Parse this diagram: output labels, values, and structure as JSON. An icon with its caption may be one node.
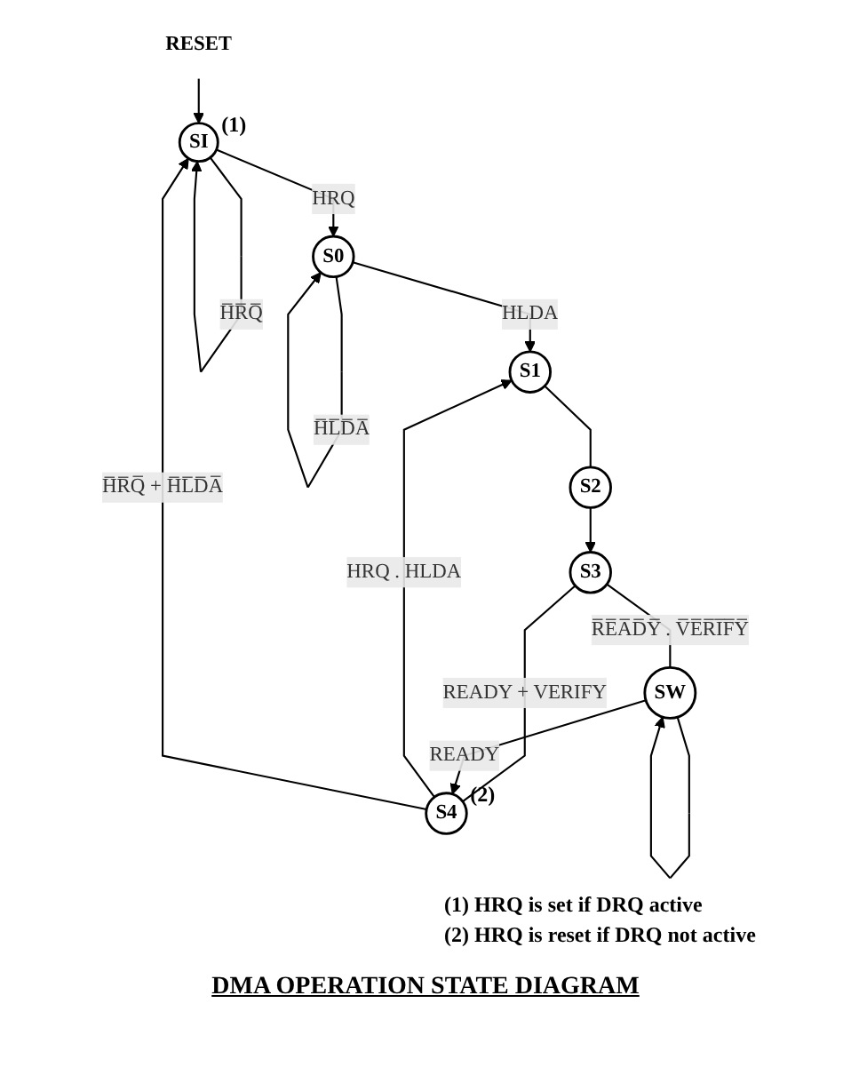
{
  "diagram": {
    "caption": "DMA OPERATION STATE DIAGRAM",
    "nodes": [
      {
        "text": [
          "RESET"
        ]
      },
      {
        "text": [
          "SI"
        ],
        "beside": [
          "(1)"
        ]
      },
      {
        "text": [
          "S0"
        ]
      },
      {
        "text": [
          "S1"
        ]
      },
      {
        "text": [
          "S2"
        ]
      },
      {
        "text": [
          "S3"
        ]
      },
      {
        "text": [
          "SW"
        ]
      },
      {
        "text": [
          "S4"
        ],
        "beside": [
          "(2)"
        ]
      }
    ],
    "edges": [
      {
        "from": 0,
        "to": 1,
        "arrow": "to"
      },
      {
        "from": 1,
        "to": 1,
        "arrow": "to",
        "label": "H̅R̅Q̅"
      },
      {
        "from": 1,
        "to": 2,
        "arrow": "to",
        "label": "HRQ"
      },
      {
        "from": 2,
        "to": 2,
        "arrow": "to",
        "label": "H̅L̅D̅A̅"
      },
      {
        "from": 2,
        "to": 3,
        "arrow": "to",
        "label": "HLDA"
      },
      {
        "from": 3,
        "to": 4,
        "arrow": "none"
      },
      {
        "from": 4,
        "to": 5,
        "arrow": "to"
      },
      {
        "from": 5,
        "to": 6,
        "arrow": "none",
        "label": "R̅E̅A̅D̅Y̅ . V̅E̅R̅I̅F̅Y̅"
      },
      {
        "from": 6,
        "to": 6,
        "arrow": "to"
      },
      {
        "from": 5,
        "to": 7,
        "arrow": "none",
        "label": "READY + VERIFY"
      },
      {
        "from": 6,
        "to": 7,
        "arrow": "to",
        "label": "READY"
      },
      {
        "from": 7,
        "to": 3,
        "arrow": "to",
        "label": "HRQ . HLDA"
      },
      {
        "from": 7,
        "to": 1,
        "arrow": "to",
        "label": "H̅R̅Q̅ + H̅L̅D̅A̅"
      }
    ],
    "labels": [
      "(1) HRQ is set if DRQ active",
      "(2) HRQ is reset if DRQ not active"
    ]
  }
}
